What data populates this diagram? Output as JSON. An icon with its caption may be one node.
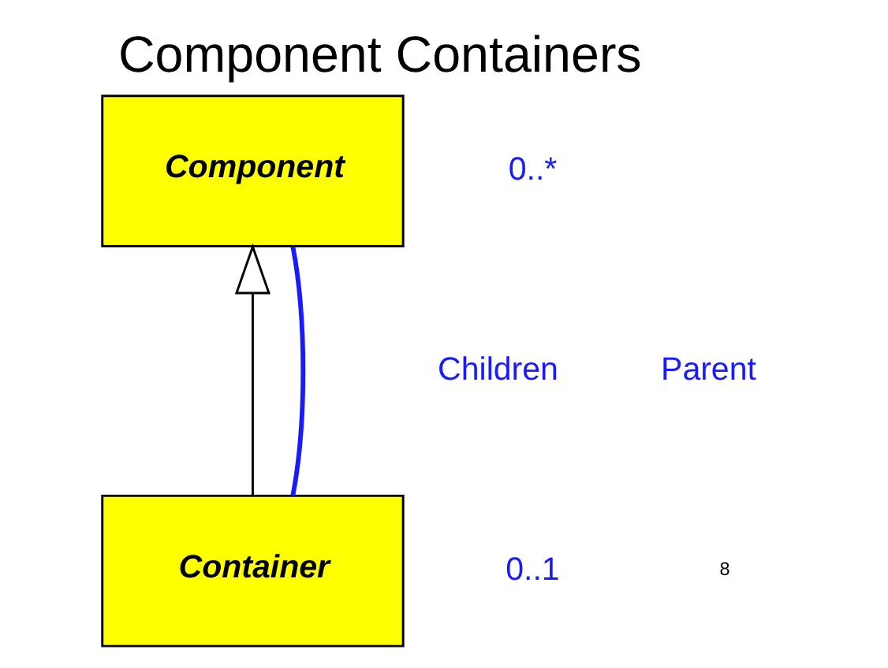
{
  "diagram": {
    "title": "Component Containers",
    "nodes": [
      {
        "text": [
          "Component"
        ]
      },
      {
        "text": [
          "Container"
        ]
      }
    ],
    "edges": [
      {
        "from": 1,
        "to": 0,
        "arrow": "to"
      },
      {
        "from": 1,
        "to": 0,
        "arrow": "none",
        "color": "#1a1aff"
      }
    ],
    "labels": [
      "0..*",
      "Children",
      "Parent",
      "0..1",
      "8"
    ]
  }
}
